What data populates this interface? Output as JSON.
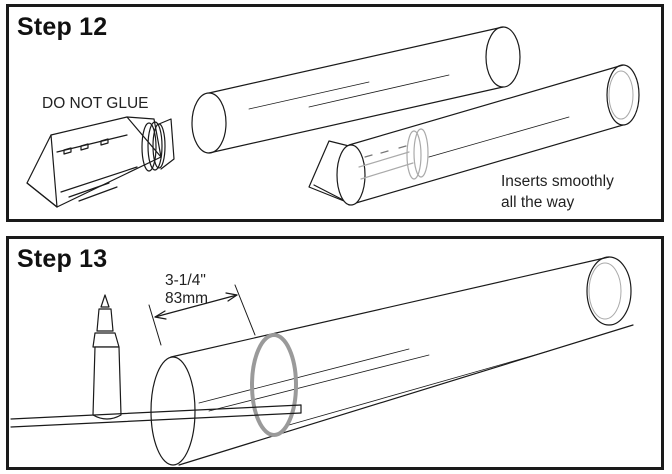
{
  "step12": {
    "title": "Step 12",
    "do_not_glue": "DO NOT GLUE",
    "inserts_line1": "Inserts smoothly",
    "inserts_line2": "all the way"
  },
  "step13": {
    "title": "Step 13",
    "measure_in": "3-1/4\"",
    "measure_mm": "83mm"
  },
  "colors": {
    "line": "#1a1a1a",
    "ring": "#9a9a9a",
    "border": "#1a1a1a"
  }
}
